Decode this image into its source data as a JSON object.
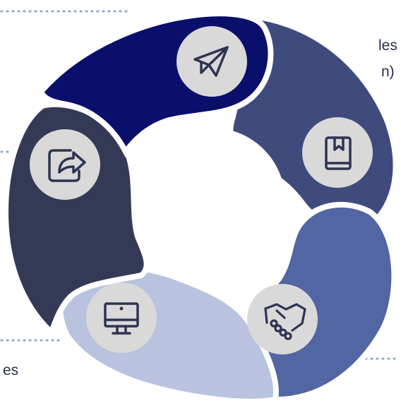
{
  "text_fragments": {
    "top_left_line1": "les",
    "top_left_line2": "n)",
    "bottom_left": "es"
  },
  "segments": [
    {
      "id": "top",
      "icon": "paper-plane-icon",
      "color": "#0a0f6b"
    },
    {
      "id": "right",
      "icon": "book-icon",
      "color": "#3f4b7c"
    },
    {
      "id": "bottom-right",
      "icon": "handshake-icon",
      "color": "#5266a3"
    },
    {
      "id": "bottom-left",
      "icon": "monitor-icon",
      "color": "#b9c3df"
    },
    {
      "id": "left",
      "icon": "share-icon",
      "color": "#343a56"
    }
  ],
  "colors": {
    "icon_circle": "#d9d9d9",
    "icon_stroke": "#2e3450",
    "dotted_leader": "#8fa4cf",
    "background": "#ffffff"
  }
}
